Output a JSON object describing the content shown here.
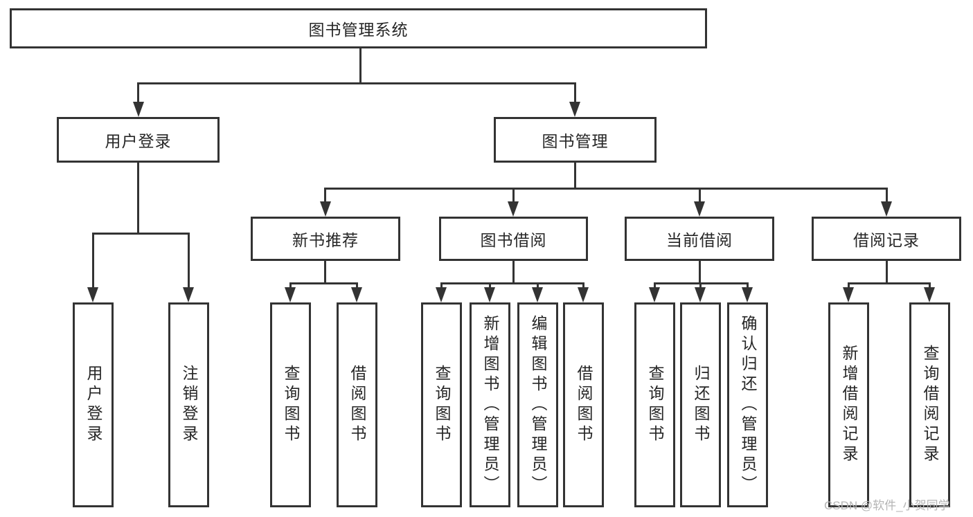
{
  "colors": {
    "line": "#333333",
    "text": "#262626",
    "background": "#ffffff",
    "watermark": "#b5b5b5"
  },
  "root": {
    "label": "图书管理系统"
  },
  "level2": [
    {
      "label": "用户登录"
    },
    {
      "label": "图书管理"
    }
  ],
  "level3": [
    {
      "label": "新书推荐"
    },
    {
      "label": "图书借阅"
    },
    {
      "label": "当前借阅"
    },
    {
      "label": "借阅记录"
    }
  ],
  "leaves": [
    {
      "label": "用户登录"
    },
    {
      "label": "注销登录"
    },
    {
      "label": "查询图书"
    },
    {
      "label": "借阅图书"
    },
    {
      "label": "查询图书"
    },
    {
      "label": "新增图书（管理员）"
    },
    {
      "label": "编辑图书（管理员）"
    },
    {
      "label": "借阅图书"
    },
    {
      "label": "查询图书"
    },
    {
      "label": "归还图书"
    },
    {
      "label": "确认归还（管理员）"
    },
    {
      "label": "新增借阅记录"
    },
    {
      "label": "查询借阅记录"
    }
  ],
  "watermark": {
    "text": "CSDN @软件_小贺同学"
  }
}
